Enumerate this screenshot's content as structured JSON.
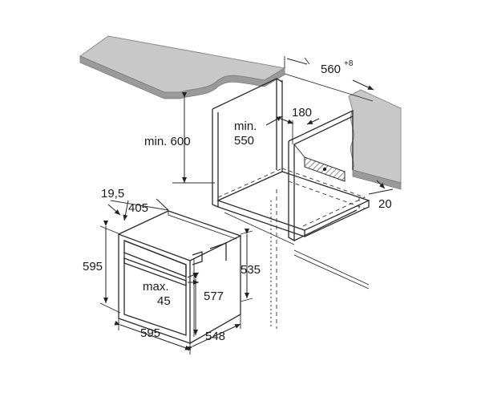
{
  "diagram": {
    "labels": {
      "min600": "min. 600",
      "min550_line1": "min.",
      "min550_line2": "550",
      "d180": "180",
      "d560": "560",
      "d560_sup": "+8",
      "d20": "20",
      "d19_5": "19,5",
      "d405": "405",
      "d595_height": "595",
      "max45_line1": "max.",
      "max45_line2": "45",
      "d577": "577",
      "d535": "535",
      "d595_width": "595",
      "d548": "548"
    },
    "colors": {
      "counter_top": "#c8c8c8",
      "counter_edge": "#9a9a9a",
      "hatch": "#555555",
      "line": "#2b2b2b"
    }
  }
}
